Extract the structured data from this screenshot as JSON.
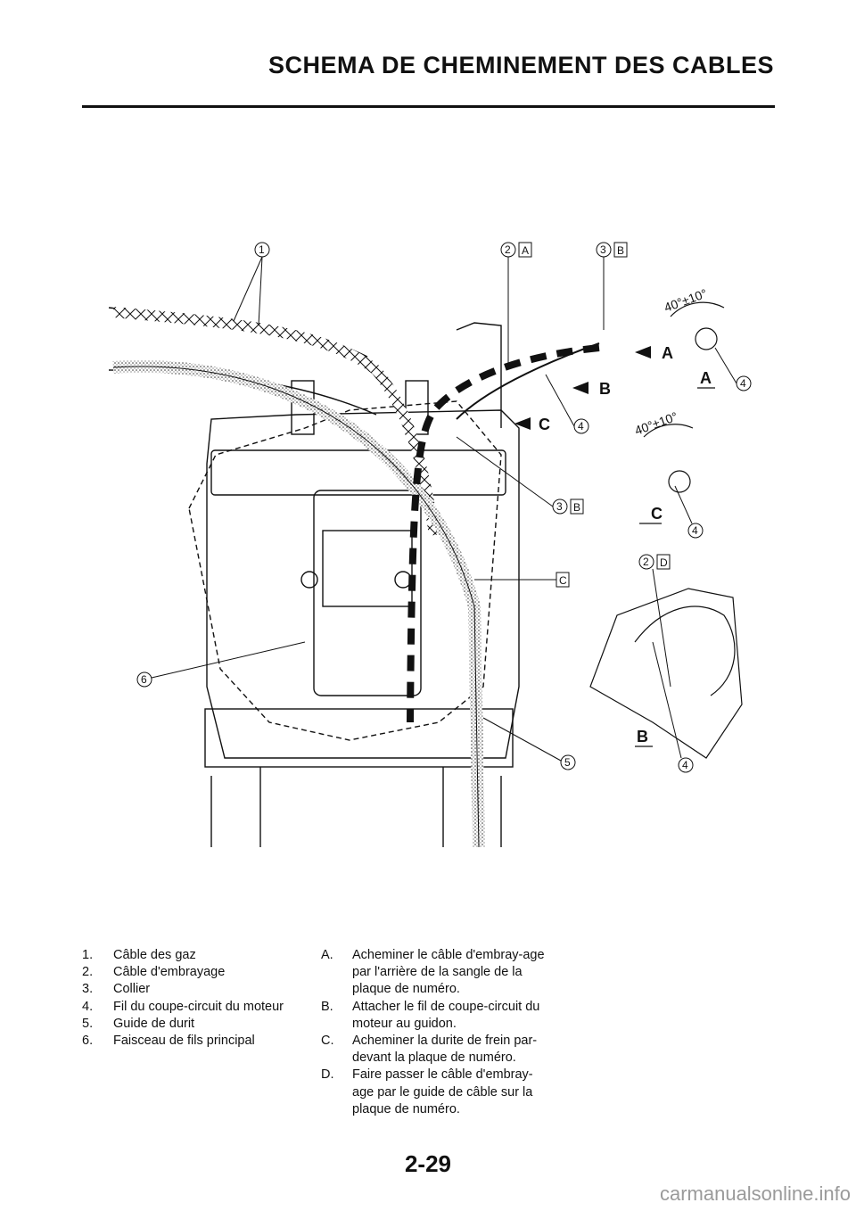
{
  "header": {
    "title": "SCHEMA DE CHEMINEMENT DES CABLES"
  },
  "figure": {
    "callouts": [
      "1",
      "2",
      "A",
      "3",
      "B",
      "4",
      "4",
      "3",
      "B",
      "C",
      "6",
      "5",
      "2",
      "D",
      "4",
      "4"
    ],
    "letters": [
      "A",
      "B",
      "C",
      "A",
      "C",
      "B"
    ],
    "angle_label": "40°±10°"
  },
  "legend_left": [
    {
      "num": "1.",
      "text": "Câble des gaz"
    },
    {
      "num": "2.",
      "text": "Câble d'embrayage"
    },
    {
      "num": "3.",
      "text": "Collier"
    },
    {
      "num": "4.",
      "text": "Fil du coupe-circuit du moteur"
    },
    {
      "num": "5.",
      "text": "Guide de durit"
    },
    {
      "num": "6.",
      "text": "Faisceau de fils principal"
    }
  ],
  "legend_right": [
    {
      "num": "A.",
      "text": "Acheminer le câble d'embray-age par l'arrière de la sangle de la plaque de numéro."
    },
    {
      "num": "B.",
      "text": "Attacher le fil de coupe-circuit du moteur au guidon."
    },
    {
      "num": "C.",
      "text": "Acheminer la durite de frein par-devant la plaque de numéro."
    },
    {
      "num": "D.",
      "text": "Faire passer le câble d'embray-age par le guide de câble sur la plaque de numéro."
    }
  ],
  "page_number": "2-29",
  "watermark": "carmanualsonline.info"
}
